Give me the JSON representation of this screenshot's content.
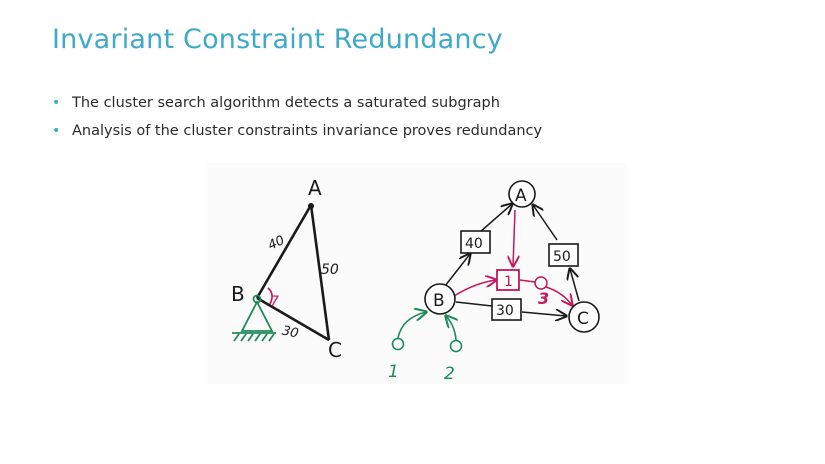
{
  "title": "Invariant Constraint Redundancy",
  "bullets": [
    "The cluster search algorithm detects a saturated subgraph",
    "Analysis of the cluster constraints invariance proves redundancy"
  ],
  "colors": {
    "title": "#3fa9c9",
    "bullet_dot": "#3fa9c9",
    "ink": "#1a1a1a",
    "redundant": "#c2185b",
    "ground_support": "#1e8a5a"
  },
  "triangle_sketch": {
    "vertices": {
      "a": "A",
      "b": "B",
      "c": "C"
    },
    "edge_labels": {
      "ab": "40",
      "ac": "50",
      "bc": "30"
    },
    "angle_mark": "7"
  },
  "constraint_graph": {
    "nodes": {
      "a": "A",
      "b": "B",
      "c": "C"
    },
    "constraints": {
      "ab": "40",
      "ac": "50",
      "bc": "30",
      "redundant_box": "1"
    },
    "redundant_label": "3",
    "grounds": [
      "1",
      "2"
    ]
  }
}
